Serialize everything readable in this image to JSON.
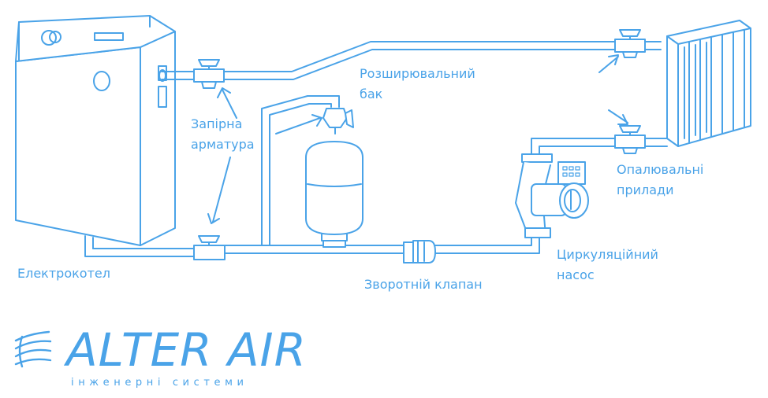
{
  "labels": {
    "boiler": "Електрокотел",
    "valves_line1": "Запірна",
    "valves_line2": "арматура",
    "tank_line1": "Розширювальний",
    "tank_line2": "бак",
    "heaters_line1": "Опалювальні",
    "heaters_line2": "прилади",
    "pump_line1": "Циркуляційний",
    "pump_line2": "насос",
    "check_valve": "Зворотній клапан"
  },
  "logo": {
    "name": "ALTER AIR",
    "tagline": "інженерні системи"
  },
  "colors": {
    "line": "#4aa3e8",
    "label": "#4aa3e8"
  }
}
